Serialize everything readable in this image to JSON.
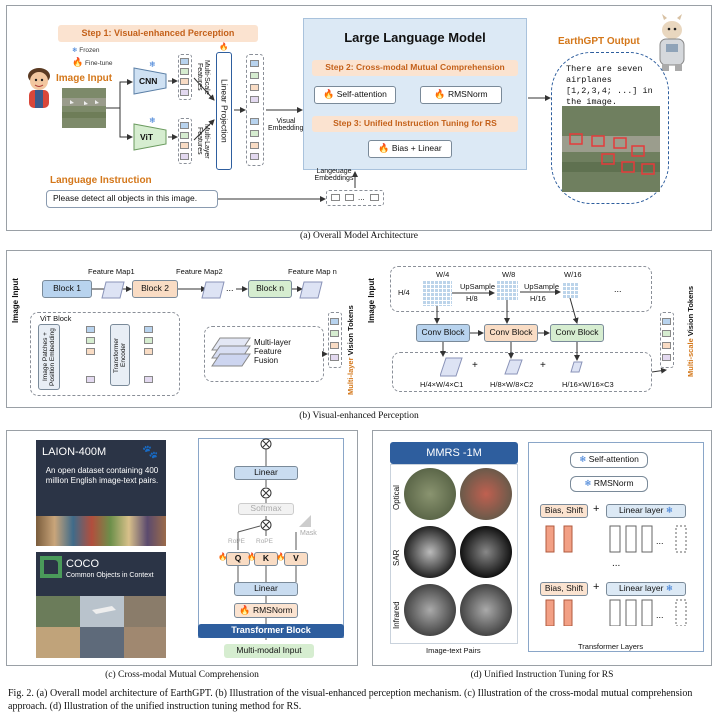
{
  "panel_a": {
    "step1": "Step 1: Visual-enhanced Perception",
    "legend_frozen": "Frozen",
    "legend_finetune": "Fine-tune",
    "image_input": "Image Input",
    "cnn": "CNN",
    "vit": "ViT",
    "multiscale_features": "Multi-Scale Features",
    "multilayer_features": "Multi-Layer Features",
    "linear_projection": "Linear Projection",
    "visual_embeddings": "Visual Embeddings",
    "llm_title": "Large Language Model",
    "step2": "Step 2: Cross-modal Mutual Comprehension",
    "self_attention": "Self-attention",
    "rmsnorm": "RMSNorm",
    "step3": "Step 3: Unified Instruction Tuning for RS",
    "bias_linear": "Bias + Linear",
    "output_title": "EarthGPT Output",
    "output_text": "There are seven airplanes [1,2,3,4; ...] in the image.",
    "language_instruction": "Language Instruction",
    "instruction_text": "Please detect all objects in this image.",
    "language_embeddings": "Langeuage Embeddings",
    "caption": "(a) Overall Model Architecture"
  },
  "panel_b": {
    "image_input_left": "Image Input",
    "block1": "Block 1",
    "block2": "Block 2",
    "blockn": "Block n",
    "feature_map1": "Feature Map1",
    "feature_map2": "Feature Map2",
    "feature_mapn": "Feature Map n",
    "dots": "...",
    "vit_block": "ViT Block",
    "patches": "Image Patches + Position Embedding",
    "transformer_encoder": "Transformer Encoder",
    "multilayer_fusion": "Multi-layer Feature Fusion",
    "multilayer_tokens_a": "Multi-layer",
    "multilayer_tokens_b": " Vision Tokens",
    "image_input_right": "Image Input",
    "w4": "W/4",
    "h4": "H/4",
    "upsample1": "UpSample",
    "h8_up": "H/8",
    "w8": "W/8",
    "upsample2": "UpSample",
    "h16_up": "H/16",
    "w16": "W/16",
    "conv_block": "Conv Block",
    "dim1": "H/4×W/4×C1",
    "dim2": "H/8×W/8×C2",
    "dim3": "H/16×W/16×C3",
    "plus": "+",
    "multiscale_tokens_a": "Multi-scale",
    "multiscale_tokens_b": " Vision Tokens",
    "caption": "(b) Visual-enhanced Perception"
  },
  "panel_c": {
    "laion_title": "LAION-400M",
    "laion_text": "An open dataset containing 400 million English image-text pairs.",
    "coco_title": "COCO",
    "coco_sub": "Common Objects in Context",
    "linear_top": "Linear",
    "softmax": "Softmax",
    "mask": "Mask",
    "rope": "RoPE",
    "q": "Q",
    "k": "K",
    "v": "V",
    "linear_mid": "Linear",
    "rmsnorm": "RMSNorm",
    "transformer_block": "Transformer Block",
    "multimodal_input": "Multi-modal Input",
    "caption": "(c) Cross-modal Mutual Comprehension"
  },
  "panel_d": {
    "mmrs": "MMRS -1M",
    "optical": "Optical",
    "sar": "SAR",
    "infrared": "Infrared",
    "image_text_pairs": "Image-text Pairs",
    "self_attention": "Self-attention",
    "rmsnorm": "RMSNorm",
    "bias_shift": "Bias, Shift",
    "linear_layer": "Linear layer",
    "plus": "+",
    "dots": "...",
    "transformer_layers": "Transformer Layers",
    "caption": "(d) Unified Instruction Tuning for RS"
  },
  "figure_caption": "Fig. 2.   (a) Overall model architecture of EarthGPT. (b) Illustration of the visual-enhanced perception mechanism. (c) Illustration of the cross-modal mutual comprehension approach. (d) Illustration of the unified instruction tuning method for RS.",
  "colors": {
    "orange": "#d4771a",
    "llm_bg": "#dce9f5",
    "step_bg": "#fbe3d0",
    "blue_block": "#b8d3ee",
    "peach_block": "#f9dcc4",
    "green_block": "#d6edd0",
    "dark_blue": "#2e5e9e"
  }
}
